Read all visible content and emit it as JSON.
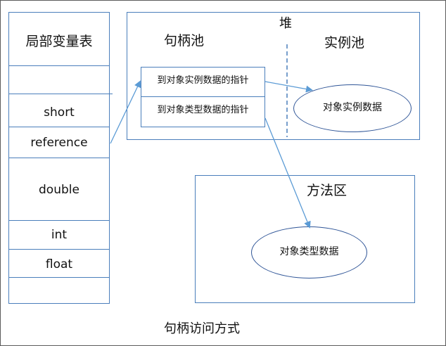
{
  "stack": {
    "title": "局部变量表",
    "rows": [
      "short",
      "reference",
      "double",
      "int",
      "float"
    ]
  },
  "heap": {
    "label": "堆",
    "handle_pool": {
      "title": "句柄池",
      "items": [
        "到对象实例数据的指针",
        "到对象类型数据的指针"
      ]
    },
    "instance_pool": {
      "title": "实例池",
      "ellipse_label": "对象实例数据"
    }
  },
  "method_area": {
    "title": "方法区",
    "ellipse_label": "对象类型数据"
  },
  "caption": "句柄访问方式",
  "colors": {
    "border": "#4a7ebb",
    "arrow": "#5b9bd5",
    "ellipse_border": "#2f5597"
  }
}
